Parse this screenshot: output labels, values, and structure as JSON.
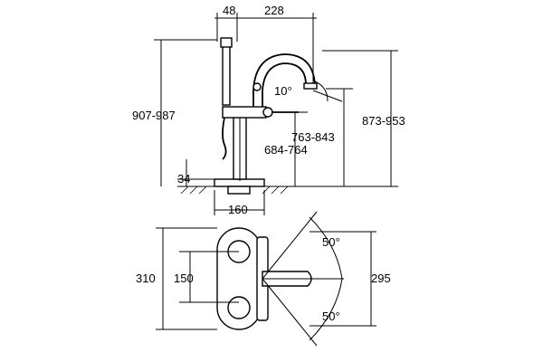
{
  "drawing": {
    "top_view_dims": {
      "width_48": "48",
      "width_228": "228",
      "height_907_987": "907-987",
      "height_873_953": "873-953",
      "height_763_843": "763-843",
      "height_684_764": "684-764",
      "base_34": "34",
      "base_160": "160",
      "angle_10": "10°"
    },
    "plan_view_dims": {
      "height_310": "310",
      "height_150": "150",
      "height_295": "295",
      "angle_top": "50°",
      "angle_bottom": "50°"
    }
  }
}
